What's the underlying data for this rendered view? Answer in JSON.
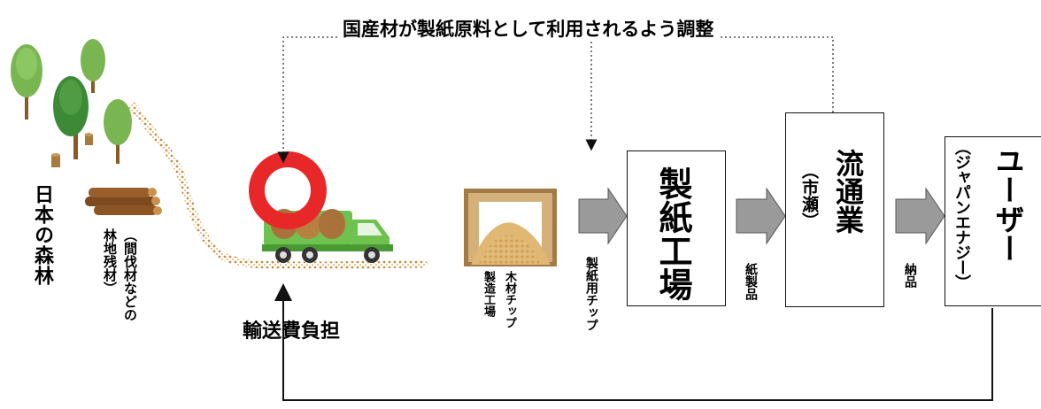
{
  "top_label": "国産材が製紙原料として利用されるよう調整",
  "forest": {
    "name": "日本の森林",
    "residue_line1": "林地残材）",
    "residue_line2": "（間伐材などの"
  },
  "transport_label": "輸送費負担",
  "chip_factory": {
    "line1": "木材チップ",
    "line2": "製造工場"
  },
  "flow_labels": {
    "paper_chips": "製紙用チップ",
    "paper_products": "紙製品",
    "delivery": "納品"
  },
  "paper_mill": "製紙工場",
  "distribution": {
    "title": "流通業",
    "company": "（市瀬）"
  },
  "user": {
    "title": "ユーザー",
    "company": "（ジャパンエナジー）"
  },
  "colors": {
    "tree_green": "#79b551",
    "dark_tree_green": "#3d8a36",
    "trunk": "#8a5a24",
    "path": "#c8924c",
    "truck": "#6fc24f",
    "circle": "#e82828",
    "chip_pile": "#e0b873",
    "arrow_gray": "#9a9a9a"
  }
}
